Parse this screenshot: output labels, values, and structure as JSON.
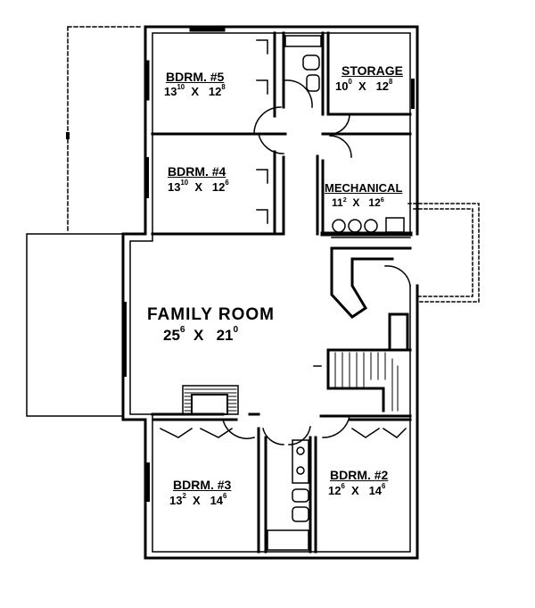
{
  "colors": {
    "wall": "#000000",
    "background": "#ffffff"
  },
  "rooms": {
    "bdrm5": {
      "name": "BDRM. #5",
      "w": "13",
      "w_in": "10",
      "x": "X",
      "h": "12",
      "h_in": "8"
    },
    "storage": {
      "name": "STORAGE",
      "w": "10",
      "w_in": "0",
      "x": "X",
      "h": "12",
      "h_in": "8"
    },
    "bdrm4": {
      "name": "BDRM. #4",
      "w": "13",
      "w_in": "10",
      "x": "X",
      "h": "12",
      "h_in": "6"
    },
    "mechanical": {
      "name": "MECHANICAL",
      "w": "11",
      "w_in": "2",
      "x": "X",
      "h": "12",
      "h_in": "6"
    },
    "family": {
      "name": "FAMILY ROOM",
      "w": "25",
      "w_in": "6",
      "x": "X",
      "h": "21",
      "h_in": "0"
    },
    "bdrm3": {
      "name": "BDRM. #3",
      "w": "13",
      "w_in": "2",
      "x": "X",
      "h": "14",
      "h_in": "6"
    },
    "bdrm2": {
      "name": "BDRM. #2",
      "w": "12",
      "w_in": "6",
      "x": "X",
      "h": "14",
      "h_in": "6"
    }
  }
}
